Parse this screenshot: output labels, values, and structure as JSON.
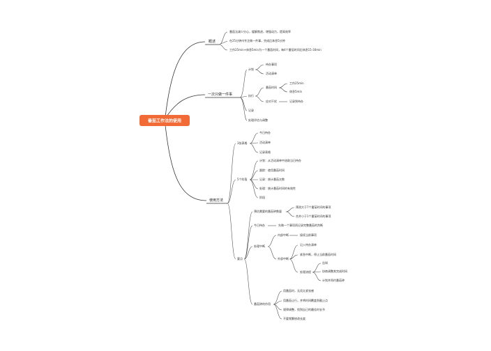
{
  "root": "番茄工作法的使用",
  "branches": {
    "overview": {
      "label": "概述",
      "items": [
        "番茄法减少分心，缓解焦虑，增强动力，提高效率",
        "在25分钟内专注做一件事，完成后休息5分钟",
        "工作25min+休息5min为一个番茄时间，每4个番茄时间后休息15-30min"
      ]
    },
    "one_thing": {
      "label": "一次只做一件事",
      "plan": {
        "label": "计划",
        "items": [
          "待办事项",
          "活动清单"
        ]
      },
      "exec": {
        "label": "执行",
        "timer": {
          "label": "番茄时间",
          "items": [
            "工作25min",
            "休息5min"
          ]
        },
        "interrupt": {
          "label": "应对干扰",
          "item": "记录到待办"
        }
      },
      "record": "记录",
      "review": "处理评估与调整"
    },
    "usage": {
      "label": "使用方法",
      "three_tables": {
        "label": "3张表格",
        "items": [
          "今日待办",
          "活动清单",
          "记录表格"
        ]
      },
      "five_stages": {
        "label": "5个阶段",
        "items": [
          "计划：从活动清单中选取当日待办",
          "跟踪：使用番茄时间",
          "记录：统计番茄次数",
          "处理：统计番茄时间的有效性",
          "阶段"
        ]
      },
      "key_points": {
        "label": "要点",
        "estimate": {
          "label": "预估需要的番茄钟数量",
          "items": [
            "预测大于7个番茄时间的事项",
            "合并小于1个番茄时间的事项"
          ]
        },
        "today": {
          "label": "今日待办",
          "item": "先做一个事项再记录完整番茄的判断"
        },
        "interruption": {
          "label": "处理中断",
          "internal": {
            "label": "内部中断",
            "item": "接续当前事项"
          },
          "external": {
            "label": "外部中断",
            "items": [
              "记入待办清单",
              "紧急中断，停止当前番茄时间"
            ],
            "process": {
              "label": "处理流程",
              "items": [
                "告知",
                "协商调整其完成时间",
                "计划并再约番茄钟"
              ]
            }
          }
        },
        "rhythm": {
          "label": "番茄钟的作用",
          "items": [
            "用番茄时，无须太紧张感",
            "用番茄让行，并将时间覆盖到截止点",
            "规律调整，找到自己的最佳时长节",
            "不要频繁修改长度"
          ]
        }
      }
    }
  },
  "colors": {
    "root_bg": "#f26a35",
    "line": "#333333",
    "text": "#333333"
  }
}
